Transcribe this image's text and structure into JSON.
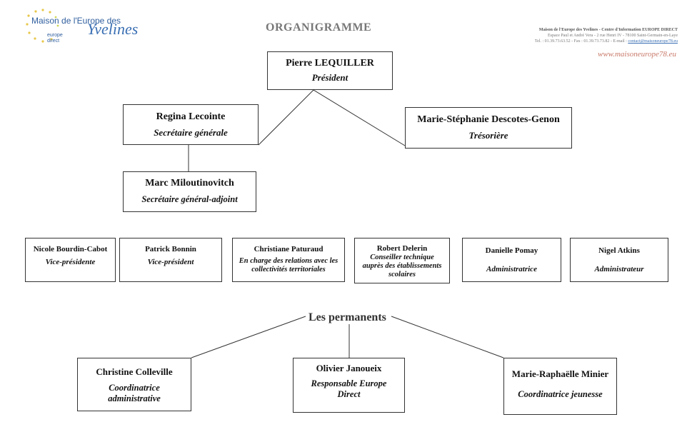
{
  "logo": {
    "line1": "Maison de l'Europe des",
    "line2": "Yvelines",
    "line3a": "europe",
    "line3b": "direct"
  },
  "title": "ORGANIGRAMME",
  "header": {
    "line1": "Maison de l'Europe des Yvelines - Centre d'Information EUROPE DIRECT",
    "line2": "Espace Paul et André Vera - 2 rue Henri IV - 78100 Saint-Germain-en-Laye",
    "line3": "Tel. : 01.39.73.63.52 - Fax : 01.39.73.73.82 - E-mail :",
    "email": "contact@maisoneurope78.eu",
    "website": "www.maisoneurope78.eu"
  },
  "bureau": {
    "president": {
      "name": "Pierre LEQUILLER",
      "role": "Président"
    },
    "secretaire": {
      "name": "Regina Lecointe",
      "role": "Secrétaire générale"
    },
    "tresoriere": {
      "name": "Marie-Stéphanie Descotes-Genon",
      "role": "Trésorière"
    },
    "secretaire_adjoint": {
      "name": "Marc Miloutinovitch",
      "role": "Secrétaire général-adjoint"
    }
  },
  "members": [
    {
      "name": "Nicole Bourdin-Cabot",
      "role": "Vice-présidente"
    },
    {
      "name": "Patrick Bonnin",
      "role": "Vice-président"
    },
    {
      "name": "Christiane Paturaud",
      "role": "En charge des relations avec les collectivités territoriales"
    },
    {
      "name": "Robert Delerin",
      "role": "Conseiller technique auprès des établissements scolaires"
    },
    {
      "name": "Danielle Pomay",
      "role": "Administratrice"
    },
    {
      "name": "Nigel Atkins",
      "role": "Administrateur"
    }
  ],
  "permanents": {
    "label": "Les permanents",
    "staff": [
      {
        "name": "Christine Colleville",
        "role": "Coordinatrice administrative"
      },
      {
        "name": "Olivier Janoueix",
        "role": "Responsable Europe Direct"
      },
      {
        "name": "Marie-Raphaëlle Minier",
        "role": "Coordinatrice jeunesse"
      }
    ]
  }
}
